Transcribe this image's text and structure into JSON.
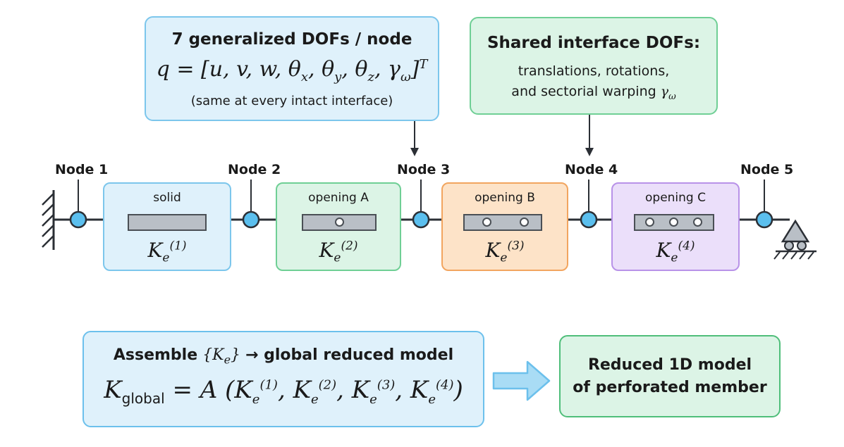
{
  "top_left_box": {
    "title": "7 generalized DOFs / node",
    "formula": "q = [u, v, w, θx, θy, θz, γω]T",
    "note": "(same at every intact interface)"
  },
  "top_right_box": {
    "title": "Shared interface DOFs:",
    "line1": "translations, rotations,",
    "line2": "and sectorial warping γω"
  },
  "nodes": [
    "Node 1",
    "Node 2",
    "Node 3",
    "Node 4",
    "Node 5"
  ],
  "elements": [
    {
      "label": "solid",
      "k": "Ke(1)",
      "holes": 0
    },
    {
      "label": "opening A",
      "k": "Ke(2)",
      "holes": 1
    },
    {
      "label": "opening B",
      "k": "Ke(3)",
      "holes": 2
    },
    {
      "label": "opening C",
      "k": "Ke(4)",
      "holes": 3
    }
  ],
  "assemble_box": {
    "title": "Assemble {Ke} → global reduced model",
    "formula": "Kglobal = A (Ke(1), Ke(2), Ke(3), Ke(4))"
  },
  "result_box": {
    "line1": "Reduced 1D model",
    "line2": "of perforated member"
  },
  "colors": {
    "blue_fill": "#dff1fb",
    "blue_border": "#7cc6ec",
    "green_fill": "#dcf4e6",
    "green_border": "#6fcf95",
    "orange_fill": "#fde3c8",
    "orange_border": "#f2a55f",
    "purple_fill": "#ebdffa",
    "purple_border": "#b892e8",
    "node_fill": "#5bbfee"
  }
}
